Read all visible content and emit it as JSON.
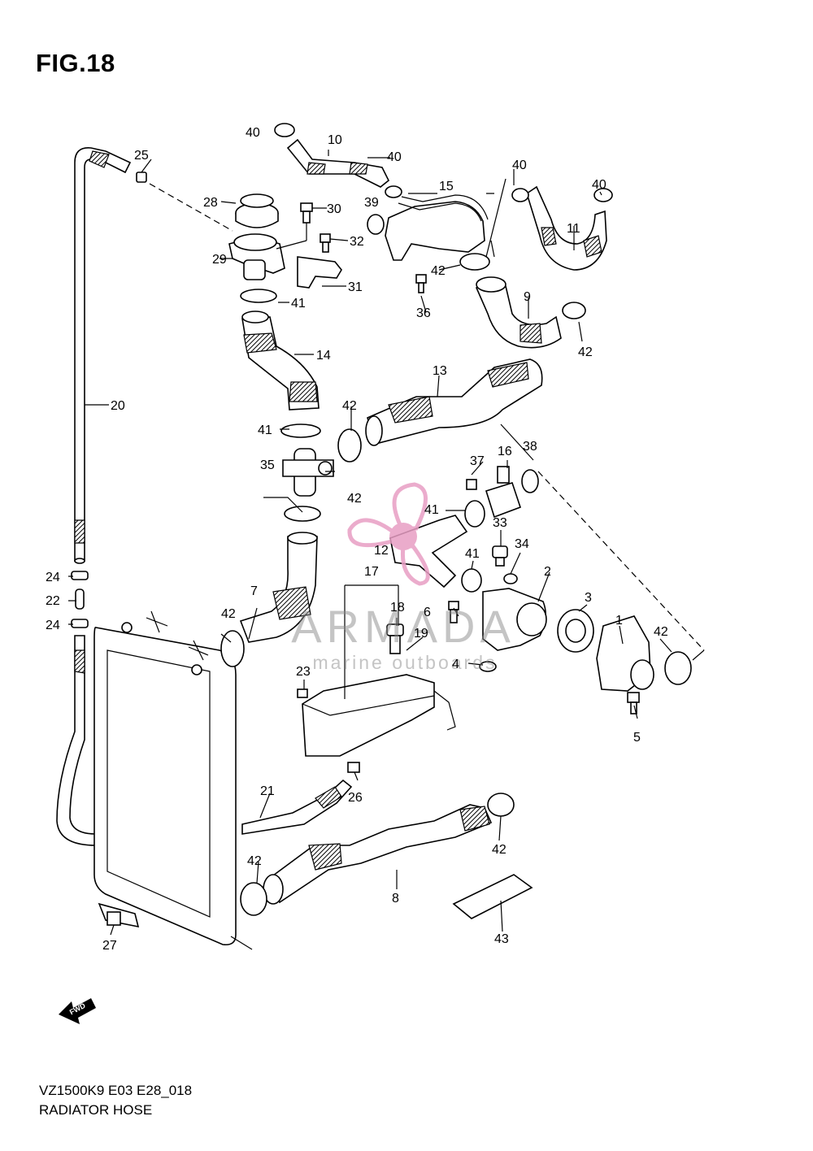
{
  "figure": {
    "title": "FIG.18",
    "model_code": "VZ1500K9 E03 E28_018",
    "section_name": "RADIATOR HOSE"
  },
  "watermark": {
    "brand": "ARMADA",
    "tagline": "marine outboards",
    "logo_color": "#e89ec4",
    "text_color": "#8a8a8a"
  },
  "fwd_marker": "FWD",
  "callouts": [
    {
      "id": "c1",
      "num": "1"
    },
    {
      "id": "c2",
      "num": "2"
    },
    {
      "id": "c3",
      "num": "3"
    },
    {
      "id": "c4",
      "num": "4"
    },
    {
      "id": "c5",
      "num": "5"
    },
    {
      "id": "c6",
      "num": "6"
    },
    {
      "id": "c7",
      "num": "7"
    },
    {
      "id": "c8",
      "num": "8"
    },
    {
      "id": "c9",
      "num": "9"
    },
    {
      "id": "c10",
      "num": "10"
    },
    {
      "id": "c11",
      "num": "11"
    },
    {
      "id": "c12",
      "num": "12"
    },
    {
      "id": "c13",
      "num": "13"
    },
    {
      "id": "c14",
      "num": "14"
    },
    {
      "id": "c15",
      "num": "15"
    },
    {
      "id": "c16",
      "num": "16"
    },
    {
      "id": "c17",
      "num": "17"
    },
    {
      "id": "c18",
      "num": "18"
    },
    {
      "id": "c19",
      "num": "19"
    },
    {
      "id": "c20",
      "num": "20"
    },
    {
      "id": "c21",
      "num": "21"
    },
    {
      "id": "c22",
      "num": "22"
    },
    {
      "id": "c23",
      "num": "23"
    },
    {
      "id": "c24a",
      "num": "24"
    },
    {
      "id": "c24b",
      "num": "24"
    },
    {
      "id": "c25",
      "num": "25"
    },
    {
      "id": "c26",
      "num": "26"
    },
    {
      "id": "c27",
      "num": "27"
    },
    {
      "id": "c28",
      "num": "28"
    },
    {
      "id": "c29",
      "num": "29"
    },
    {
      "id": "c30",
      "num": "30"
    },
    {
      "id": "c31",
      "num": "31"
    },
    {
      "id": "c32",
      "num": "32"
    },
    {
      "id": "c33",
      "num": "33"
    },
    {
      "id": "c34",
      "num": "34"
    },
    {
      "id": "c35",
      "num": "35"
    },
    {
      "id": "c36",
      "num": "36"
    },
    {
      "id": "c37",
      "num": "37"
    },
    {
      "id": "c38",
      "num": "38"
    },
    {
      "id": "c39",
      "num": "39"
    },
    {
      "id": "c40a",
      "num": "40"
    },
    {
      "id": "c40b",
      "num": "40"
    },
    {
      "id": "c40c",
      "num": "40"
    },
    {
      "id": "c40d",
      "num": "40"
    },
    {
      "id": "c41a",
      "num": "41"
    },
    {
      "id": "c41b",
      "num": "41"
    },
    {
      "id": "c41c",
      "num": "41"
    },
    {
      "id": "c41d",
      "num": "41"
    },
    {
      "id": "c42a",
      "num": "42"
    },
    {
      "id": "c42b",
      "num": "42"
    },
    {
      "id": "c42c",
      "num": "42"
    },
    {
      "id": "c42d",
      "num": "42"
    },
    {
      "id": "c42e",
      "num": "42"
    },
    {
      "id": "c42f",
      "num": "42"
    },
    {
      "id": "c42g",
      "num": "42"
    },
    {
      "id": "c42h",
      "num": "42"
    },
    {
      "id": "c43",
      "num": "43"
    }
  ]
}
